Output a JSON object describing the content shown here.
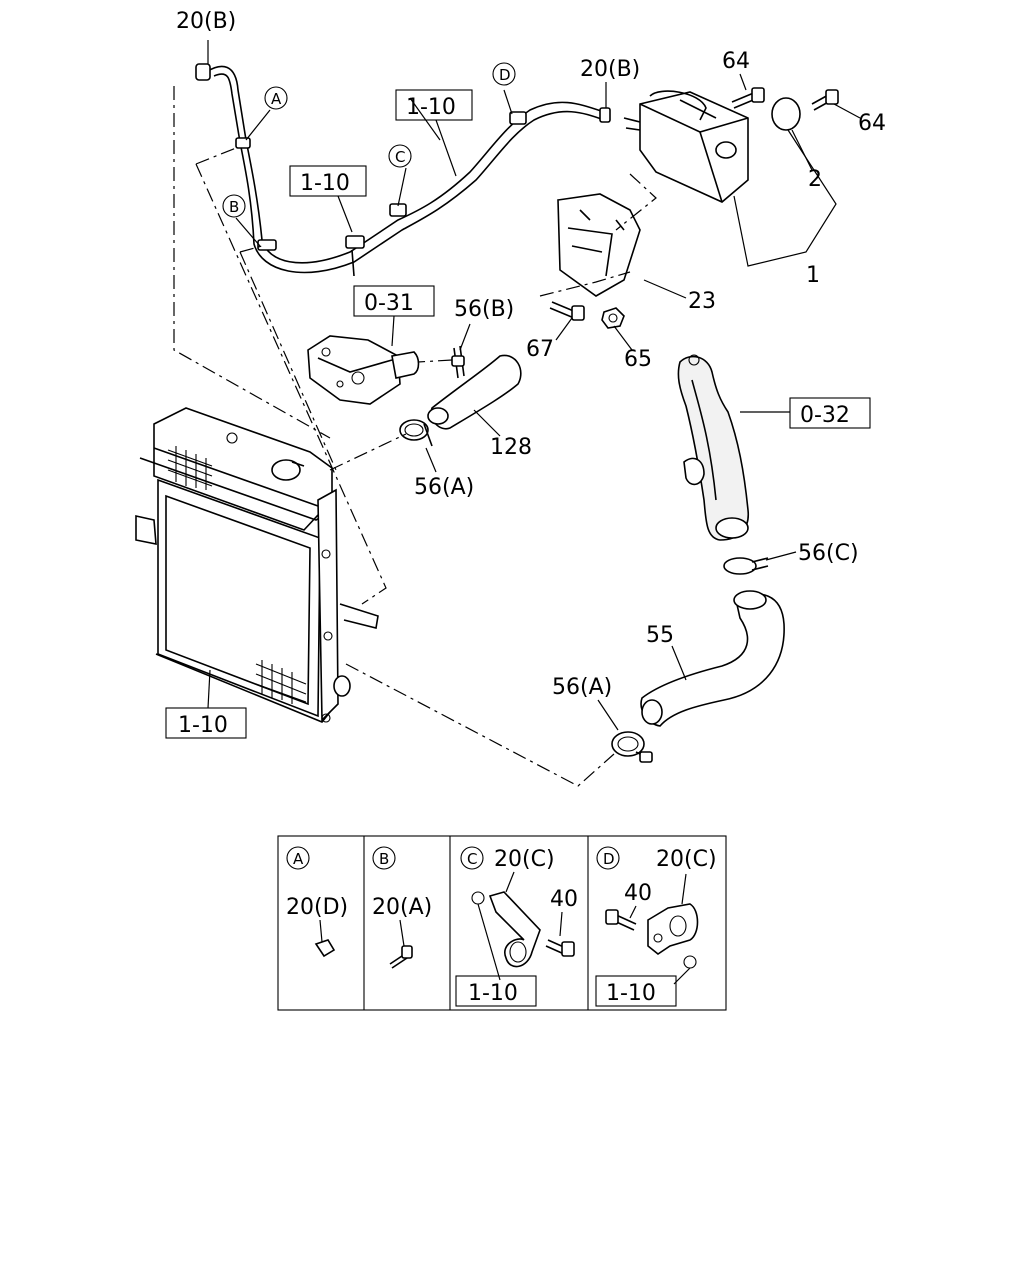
{
  "labels": {
    "l20b_top": "20(B)",
    "l20b_right": "20(B)",
    "l64a": "64",
    "l64b": "64",
    "l2": "2",
    "l1": "1",
    "l23": "23",
    "l67": "67",
    "l65": "65",
    "l56b": "56(B)",
    "l128": "128",
    "l56a_mid": "56(A)",
    "l56c": "56(C)",
    "l55": "55",
    "l56a_low": "56(A)"
  },
  "refs": {
    "r1_10_top": "1-10",
    "r1_10_mid": "1-10",
    "r0_31": "0-31",
    "r0_32": "0-32",
    "r1_10_rad": "1-10"
  },
  "callouts": {
    "A": "A",
    "B": "B",
    "C": "C",
    "D": "D"
  },
  "detail": {
    "cellA": {
      "letter": "A",
      "part": "20(D)"
    },
    "cellB": {
      "letter": "B",
      "part": "20(A)"
    },
    "cellC": {
      "letter": "C",
      "part": "20(C)",
      "bolt": "40",
      "ref": "1-10"
    },
    "cellD": {
      "letter": "D",
      "part": "20(C)",
      "bolt": "40",
      "ref": "1-10"
    }
  }
}
